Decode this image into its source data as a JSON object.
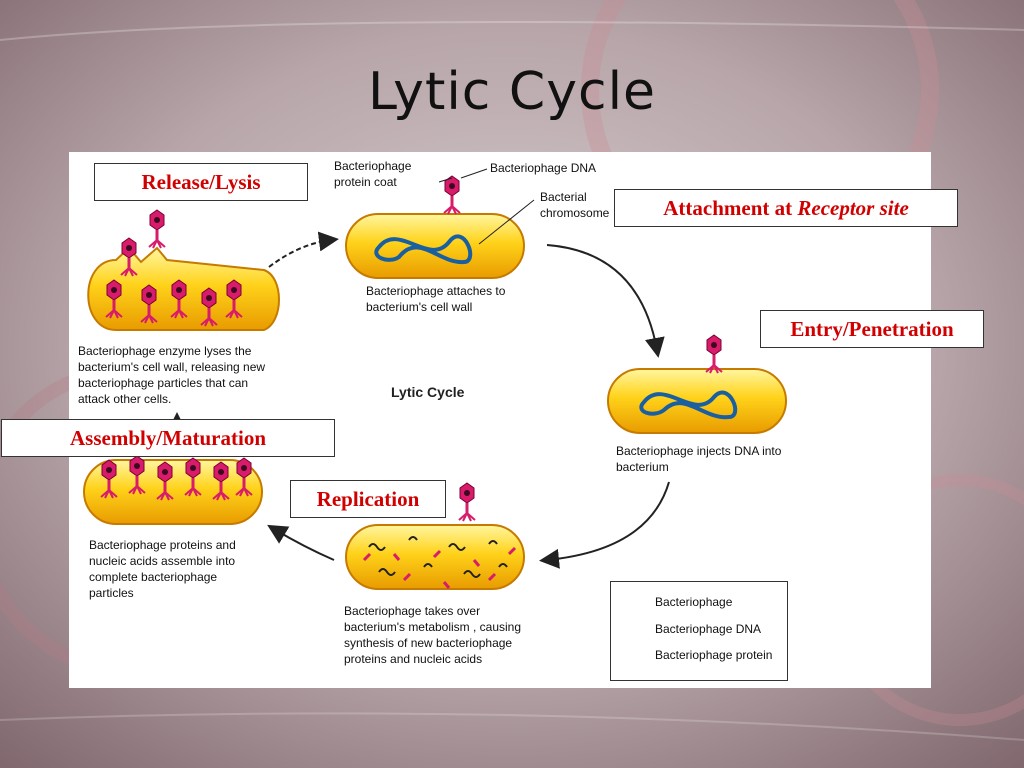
{
  "slide": {
    "title": "Lytic Cycle"
  },
  "diagram": {
    "center_title": "Lytic Cycle",
    "labels": {
      "release": "Release/Lysis",
      "attachment_prefix": "Attachment at ",
      "attachment_italic": "Receptor site",
      "entry": "Entry/Penetration",
      "replication": "Replication",
      "assembly": "Assembly/Maturation"
    },
    "callouts": {
      "protein_coat": "Bacteriophage protein coat",
      "phage_dna": "Bacteriophage DNA",
      "bacterial_chromosome": "Bacterial chromosome"
    },
    "captions": {
      "attach": "Bacteriophage attaches to bacterium's cell wall",
      "inject": "Bacteriophage injects DNA into bacterium",
      "takeover": "Bacteriophage takes over bacterium's metabolism , causing synthesis of new bacteriophage proteins and nucleic acids",
      "assemble": "Bacteriophage proteins and nucleic acids assemble into complete bacteriophage particles",
      "lyse": "Bacteriophage enzyme lyses the bacterium's cell wall, releasing new bacteriophage particles that can attack other cells."
    },
    "legend": {
      "items": [
        "Bacteriophage",
        "Bacteriophage DNA",
        "Bacteriophage protein"
      ]
    },
    "colors": {
      "label_text": "#d10000",
      "bacterium": "#f7c21a",
      "phage": "#d81b6a",
      "dna": "#1a5fa0"
    }
  }
}
